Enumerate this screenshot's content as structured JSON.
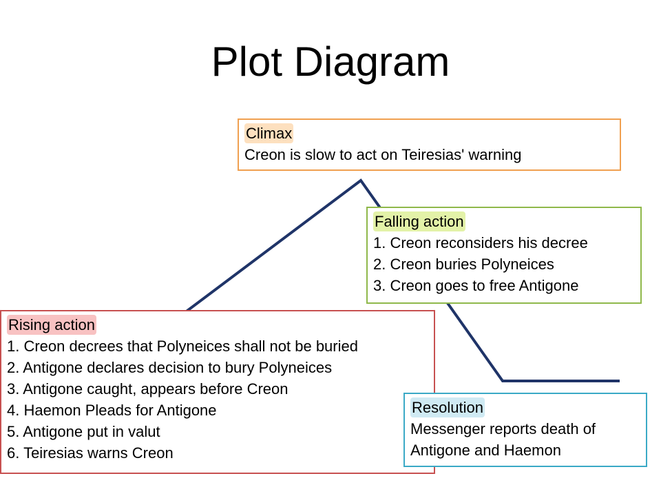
{
  "title": "Plot Diagram",
  "colors": {
    "plot_line": "#1f3468",
    "climax_border": "#f0a050",
    "falling_border": "#8fb84a",
    "rising_border": "#c75050",
    "resolution_border": "#3aa9c6"
  },
  "climax": {
    "heading": "Climax",
    "text": "Creon is slow to act on Teiresias' warning"
  },
  "falling_action": {
    "heading": "Falling action",
    "items": [
      "1. Creon reconsiders his decree",
      "2. Creon buries Polyneices",
      "3. Creon goes to free Antigone"
    ]
  },
  "rising_action": {
    "heading": "Rising action",
    "items": [
      "1. Creon decrees that Polyneices shall not be buried",
      "2. Antigone declares decision to bury Polyneices",
      "3. Antigone caught, appears before Creon",
      "4. Haemon Pleads for Antigone",
      "5. Antigone put in valut",
      "6. Teiresias warns Creon"
    ]
  },
  "resolution": {
    "heading": "Resolution",
    "lines": [
      "Messenger reports death of",
      "Antigone and Haemon"
    ]
  }
}
